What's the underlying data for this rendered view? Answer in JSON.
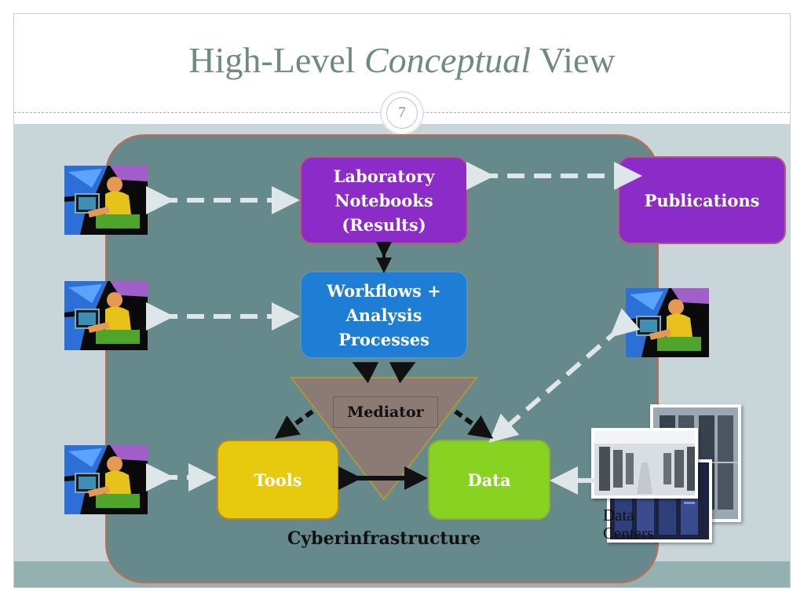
{
  "slide": {
    "title_plain_1": "High-Level ",
    "title_italic": "Conceptual",
    "title_plain_2": " View",
    "page_number": "7"
  },
  "diagram": {
    "lab_notebooks": "Laboratory\nNotebooks\n(Results)",
    "publications": "Publications",
    "workflows": "Workflows +\nAnalysis\nProcesses",
    "mediator": "Mediator",
    "tools": "Tools",
    "data": "Data",
    "cyberinfrastructure": "Cyberinfrastructure",
    "data_centers": "Data\nCenters"
  },
  "colors": {
    "purple": "#8b2bc8",
    "blue": "#1e7ed5",
    "yellow": "#e7c90e",
    "green": "#88d322",
    "panel": "#66898b",
    "mediator": "#8c7b74",
    "dashed_arrow": "#dfe6e9"
  },
  "icons": [
    "scientist-at-computer-icon",
    "server-room-photo"
  ]
}
